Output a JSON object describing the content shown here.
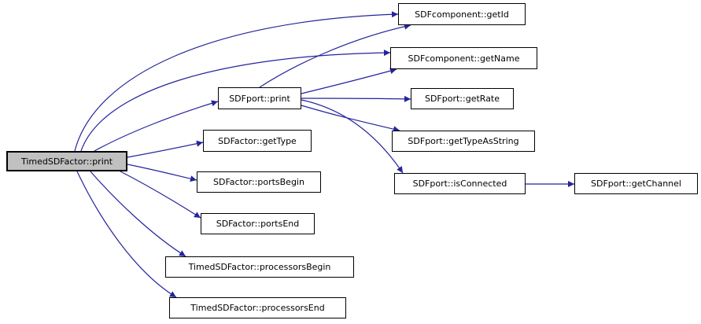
{
  "diagram": {
    "type": "call-graph",
    "colors": {
      "edge": "#24249d",
      "root-fill": "#c0c0c0",
      "node-fill": "#ffffff",
      "node-border": "#000000",
      "background": "#ffffff"
    },
    "nodes": {
      "timedsdfactor_print": {
        "label": "TimedSDFactor::print",
        "role": "root"
      },
      "sdfport_print": {
        "label": "SDFport::print"
      },
      "sdfcomponent_getid": {
        "label": "SDFcomponent::getId"
      },
      "sdfcomponent_getname": {
        "label": "SDFcomponent::getName"
      },
      "sdfport_getrate": {
        "label": "SDFport::getRate"
      },
      "sdfport_gettypeasstring": {
        "label": "SDFport::getTypeAsString"
      },
      "sdfport_isconnected": {
        "label": "SDFport::isConnected"
      },
      "sdfport_getchannel": {
        "label": "SDFport::getChannel"
      },
      "sdfactor_gettype": {
        "label": "SDFactor::getType"
      },
      "sdfactor_portsbegin": {
        "label": "SDFactor::portsBegin"
      },
      "sdfactor_portsend": {
        "label": "SDFactor::portsEnd"
      },
      "timedsdfactor_processorsbegin": {
        "label": "TimedSDFactor::processorsBegin"
      },
      "timedsdfactor_processorsend": {
        "label": "TimedSDFactor::processorsEnd"
      }
    },
    "edges": [
      {
        "from": "TimedSDFactor::print",
        "to": "SDFcomponent::getId"
      },
      {
        "from": "TimedSDFactor::print",
        "to": "SDFcomponent::getName"
      },
      {
        "from": "TimedSDFactor::print",
        "to": "SDFport::print"
      },
      {
        "from": "TimedSDFactor::print",
        "to": "SDFactor::getType"
      },
      {
        "from": "TimedSDFactor::print",
        "to": "SDFactor::portsBegin"
      },
      {
        "from": "TimedSDFactor::print",
        "to": "SDFactor::portsEnd"
      },
      {
        "from": "TimedSDFactor::print",
        "to": "TimedSDFactor::processorsBegin"
      },
      {
        "from": "TimedSDFactor::print",
        "to": "TimedSDFactor::processorsEnd"
      },
      {
        "from": "SDFport::print",
        "to": "SDFcomponent::getId"
      },
      {
        "from": "SDFport::print",
        "to": "SDFcomponent::getName"
      },
      {
        "from": "SDFport::print",
        "to": "SDFport::getRate"
      },
      {
        "from": "SDFport::print",
        "to": "SDFport::getTypeAsString"
      },
      {
        "from": "SDFport::print",
        "to": "SDFport::isConnected"
      },
      {
        "from": "SDFport::isConnected",
        "to": "SDFport::getChannel"
      }
    ]
  }
}
